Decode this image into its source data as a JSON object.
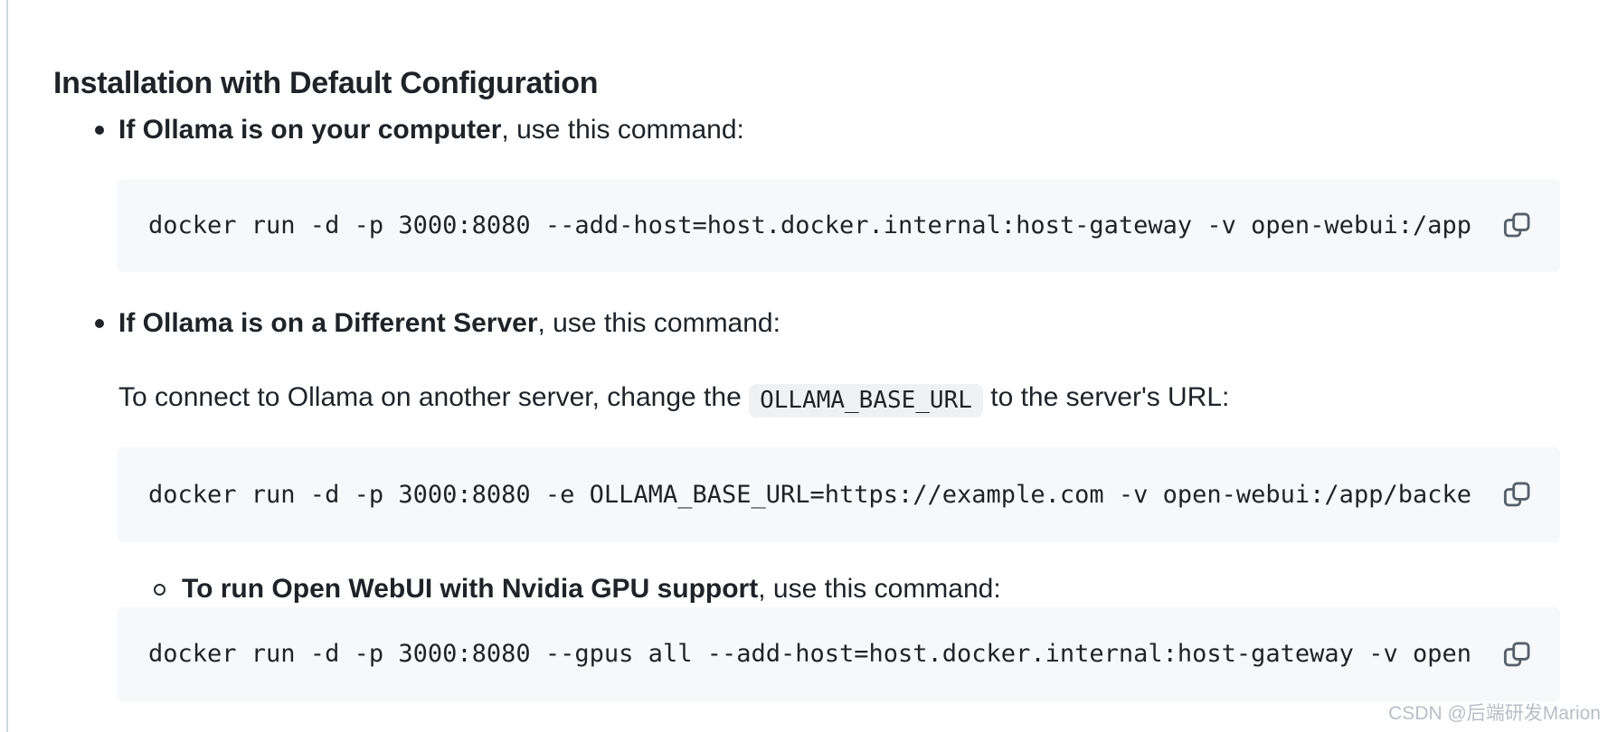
{
  "page": {
    "watermark": "CSDN @后端研发Marion",
    "colors": {
      "text": "#1f2328",
      "code_block_background": "#f6f8fa",
      "inline_code_background": "#f0f1f2",
      "copy_icon": "#57606a",
      "left_border": "#d0d7e2",
      "watermark": "#b9bec5"
    },
    "icons": {
      "copy": "copy-icon (two overlapping rounded squares)",
      "bullet_level1": "filled-disc",
      "bullet_level2": "hollow-circle"
    }
  },
  "heading": "Installation with Default Configuration",
  "list_items": [
    {
      "bold": "If Ollama is on your computer",
      "rest": ", use this command:"
    },
    {
      "bold": "If Ollama is on a Different Server",
      "rest": ", use this command:"
    },
    {
      "bold": "To run Open WebUI with Nvidia GPU support",
      "rest": ", use this command:"
    }
  ],
  "paragraph": {
    "before": "To connect to Ollama on another server, change the ",
    "inline_code": "OLLAMA_BASE_URL",
    "after": " to the server's URL:"
  },
  "code_blocks": [
    {
      "code": "docker run -d -p 3000:8080 --add-host=host.docker.internal:host-gateway -v open-webui:/app"
    },
    {
      "code": "docker run -d -p 3000:8080 -e OLLAMA_BASE_URL=https://example.com -v open-webui:/app/backe"
    },
    {
      "code": "docker run -d -p 3000:8080 --gpus all --add-host=host.docker.internal:host-gateway -v open"
    }
  ]
}
